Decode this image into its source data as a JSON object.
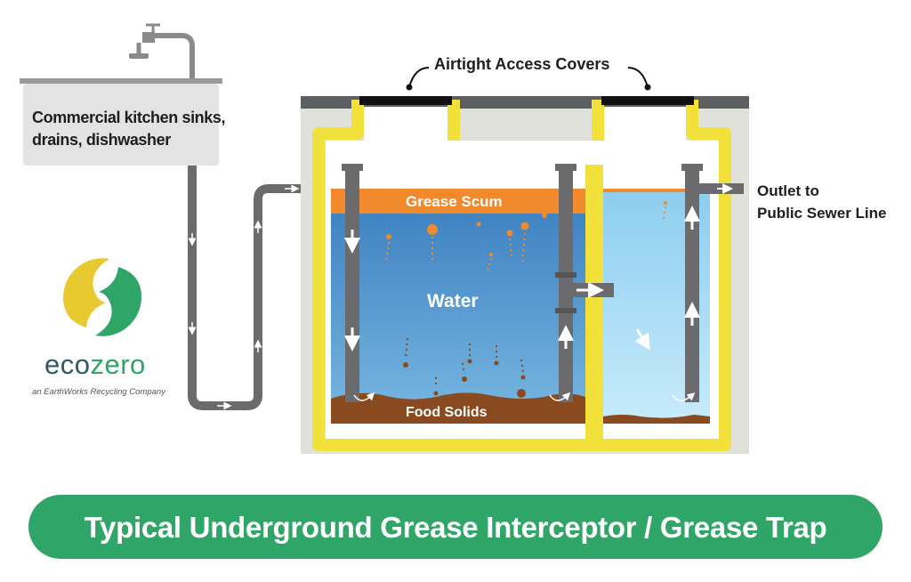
{
  "sink": {
    "label_line1": "Commercial kitchen sinks,",
    "label_line2": "drains, dishwasher"
  },
  "tank": {
    "covers_label": "Airtight Access Covers",
    "outlet_line1": "Outlet to",
    "outlet_line2": "Public Sewer Line",
    "scum_label": "Grease Scum",
    "water_label": "Water",
    "solids_label": "Food Solids"
  },
  "brand": {
    "name_part1": "eco",
    "name_part2": "zero",
    "tagline": "an EarthWorks Recycling Company"
  },
  "banner": {
    "title": "Typical Underground Grease Interceptor / Grease Trap"
  },
  "colors": {
    "accent_green": "#2fa567",
    "tank_wall_yellow": "#f2e13a",
    "grease_orange": "#f08a2c",
    "water_blue": "#5a9fd3",
    "clear_water_blue": "#a9dcf4",
    "solids_brown": "#8a4a1f",
    "pipe_grey": "#6b6b6e"
  }
}
